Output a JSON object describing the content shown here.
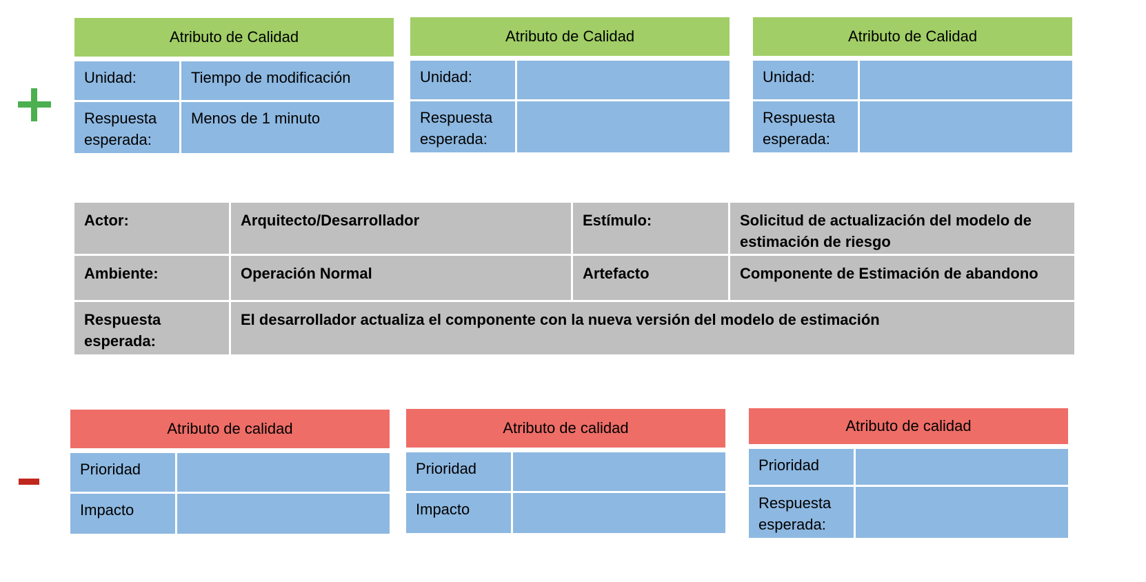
{
  "signs": {
    "positive": "plus-icon",
    "negative": "minus-icon"
  },
  "colors": {
    "positive_header": "#a1ce66",
    "negative_header": "#ee6d67",
    "cell_blue": "#8db8e1",
    "scenario_grey": "#bfbfbf",
    "plus": "#4caf50",
    "minus": "#c0281e"
  },
  "positive_attributes": [
    {
      "title": "Atributo de Calidad",
      "rows": [
        {
          "label": "Unidad:",
          "value": "Tiempo de modificación"
        },
        {
          "label": "Respuesta esperada:",
          "value": "Menos de 1 minuto"
        }
      ]
    },
    {
      "title": "Atributo de Calidad",
      "rows": [
        {
          "label": "Unidad:",
          "value": ""
        },
        {
          "label": "Respuesta esperada:",
          "value": ""
        }
      ]
    },
    {
      "title": "Atributo de Calidad",
      "rows": [
        {
          "label": "Unidad:",
          "value": ""
        },
        {
          "label": "Respuesta esperada:",
          "value": ""
        }
      ]
    }
  ],
  "scenario": {
    "actor_label": "Actor:",
    "actor_value": "Arquitecto/Desarrollador",
    "stimulus_label": "Estímulo:",
    "stimulus_value": "Solicitud de actualización del modelo de estimación de riesgo",
    "environment_label": "Ambiente:",
    "environment_value": "Operación Normal",
    "artifact_label": "Artefacto",
    "artifact_value": "Componente de Estimación de abandono",
    "response_label": "Respuesta esperada:",
    "response_value": "El desarrollador actualiza el componente con la nueva versión del modelo de estimación"
  },
  "negative_attributes": [
    {
      "title": "Atributo de calidad",
      "rows": [
        {
          "label": "Prioridad",
          "value": ""
        },
        {
          "label": "Impacto",
          "value": ""
        }
      ]
    },
    {
      "title": "Atributo de calidad",
      "rows": [
        {
          "label": "Prioridad",
          "value": ""
        },
        {
          "label": "Impacto",
          "value": ""
        }
      ]
    },
    {
      "title": "Atributo de calidad",
      "rows": [
        {
          "label": "Prioridad",
          "value": ""
        },
        {
          "label": "Respuesta esperada:",
          "value": ""
        }
      ]
    }
  ]
}
